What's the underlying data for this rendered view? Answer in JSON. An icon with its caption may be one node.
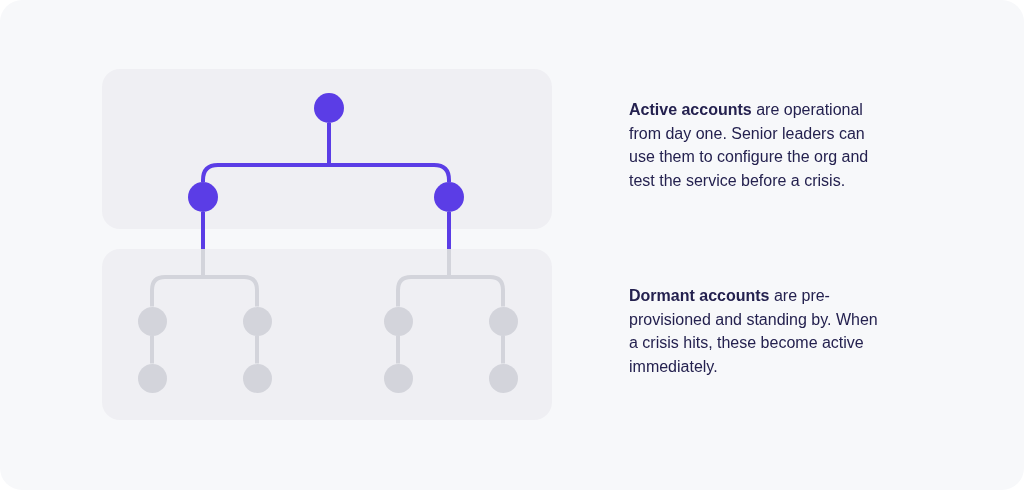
{
  "diagram": {
    "nodes": [
      {
        "text": [],
        "shape": "box"
      },
      {
        "text": [],
        "shape": "circle",
        "in": 0
      },
      {
        "text": [],
        "shape": "circle",
        "in": 0
      },
      {
        "text": [],
        "shape": "circle",
        "in": 0
      },
      {
        "text": [],
        "shape": "box"
      },
      {
        "text": [],
        "shape": "circle",
        "in": 4
      },
      {
        "text": [],
        "shape": "circle",
        "in": 4
      },
      {
        "text": [],
        "shape": "circle",
        "in": 4
      },
      {
        "text": [],
        "shape": "circle",
        "in": 4
      },
      {
        "text": [],
        "shape": "circle",
        "in": 4
      },
      {
        "text": [],
        "shape": "circle",
        "in": 4
      },
      {
        "text": [],
        "shape": "circle",
        "in": 4
      },
      {
        "text": [],
        "shape": "circle",
        "in": 4
      }
    ],
    "edges": [
      {
        "from": 1,
        "to": 2,
        "arrow": "none",
        "color": "#5b3de6"
      },
      {
        "from": 1,
        "to": 3,
        "arrow": "none",
        "color": "#5b3de6"
      },
      {
        "from": 2,
        "to": 5,
        "arrow": "none",
        "color": "#5b3de6"
      },
      {
        "from": 2,
        "to": 6,
        "arrow": "none",
        "color": "#5b3de6"
      },
      {
        "from": 3,
        "to": 7,
        "arrow": "none",
        "color": "#5b3de6"
      },
      {
        "from": 3,
        "to": 8,
        "arrow": "none",
        "color": "#5b3de6"
      },
      {
        "from": 5,
        "to": 9,
        "arrow": "none"
      },
      {
        "from": 6,
        "to": 10,
        "arrow": "none"
      },
      {
        "from": 7,
        "to": 11,
        "arrow": "none"
      },
      {
        "from": 8,
        "to": 12,
        "arrow": "none"
      }
    ],
    "labels": [
      "**Active accounts** are operational from day one. Senior leaders can use them to configure the org and test the service before a crisis.",
      "**Dormant accounts** are pre-provisioned and standing by. When a crisis hits, these become active immediately."
    ]
  }
}
